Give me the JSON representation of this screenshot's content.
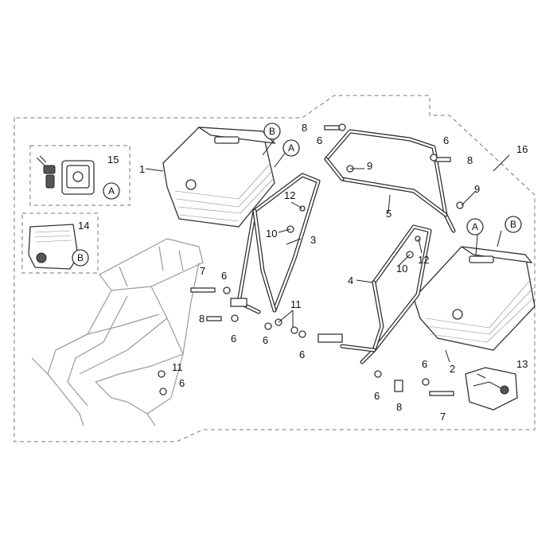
{
  "callouts": {
    "n1": "1",
    "n2": "2",
    "n3": "3",
    "n4": "4",
    "n5": "5",
    "n6a": "6",
    "n6b": "6",
    "n6c": "6",
    "n6d": "6",
    "n6e": "6",
    "n6f": "6",
    "n6g": "6",
    "n6h": "6",
    "n6i": "6",
    "n7a": "7",
    "n7b": "7",
    "n8a": "8",
    "n8b": "8",
    "n8c": "8",
    "n8d": "8",
    "n9a": "9",
    "n9b": "9",
    "n10a": "10",
    "n10b": "10",
    "n11a": "11",
    "n11b": "11",
    "n12a": "12",
    "n12b": "12",
    "n13": "13",
    "n14": "14",
    "n15": "15",
    "n16": "16"
  },
  "markers": {
    "a_lock": "A",
    "b_lock": "B",
    "a_case_left": "A",
    "b_case_left": "B",
    "a_case_right": "A",
    "b_case_right": "B"
  }
}
